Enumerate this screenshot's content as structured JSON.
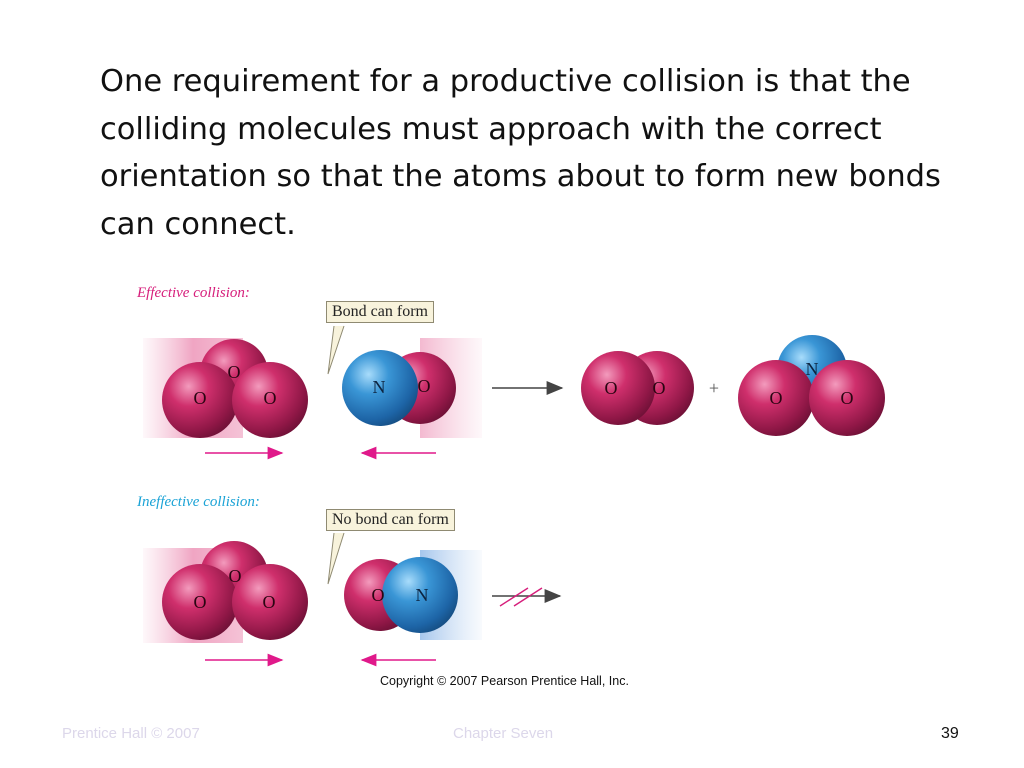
{
  "slide": {
    "body_text": "One requirement for a productive collision is that the colliding molecules must approach with the correct orientation so that the atoms about to form new bonds can connect."
  },
  "figure": {
    "effective": {
      "label": "Effective collision:",
      "label_color": "#d61e7b",
      "callout": "Bond can form",
      "o3_atoms": [
        "O",
        "O",
        "O"
      ],
      "no_atoms": [
        "N",
        "O"
      ],
      "product_o2_atoms": [
        "O",
        "O"
      ],
      "product_no2_atoms": [
        "N",
        "O",
        "O"
      ],
      "plus": "+"
    },
    "ineffective": {
      "label": "Ineffective collision:",
      "label_color": "#1ba3d6",
      "callout": "No bond can form",
      "o3_atoms": [
        "O",
        "O",
        "O"
      ],
      "no_atoms": [
        "O",
        "N"
      ]
    },
    "copyright": "Copyright © 2007 Pearson Prentice Hall, Inc."
  },
  "footer": {
    "left": "Prentice Hall © 2007",
    "center": "Chapter Seven",
    "page_number": "39"
  },
  "colors": {
    "oxygen": "#b8205a",
    "nitrogen": "#2f8fd0",
    "arrow_magenta": "#e0198a"
  }
}
